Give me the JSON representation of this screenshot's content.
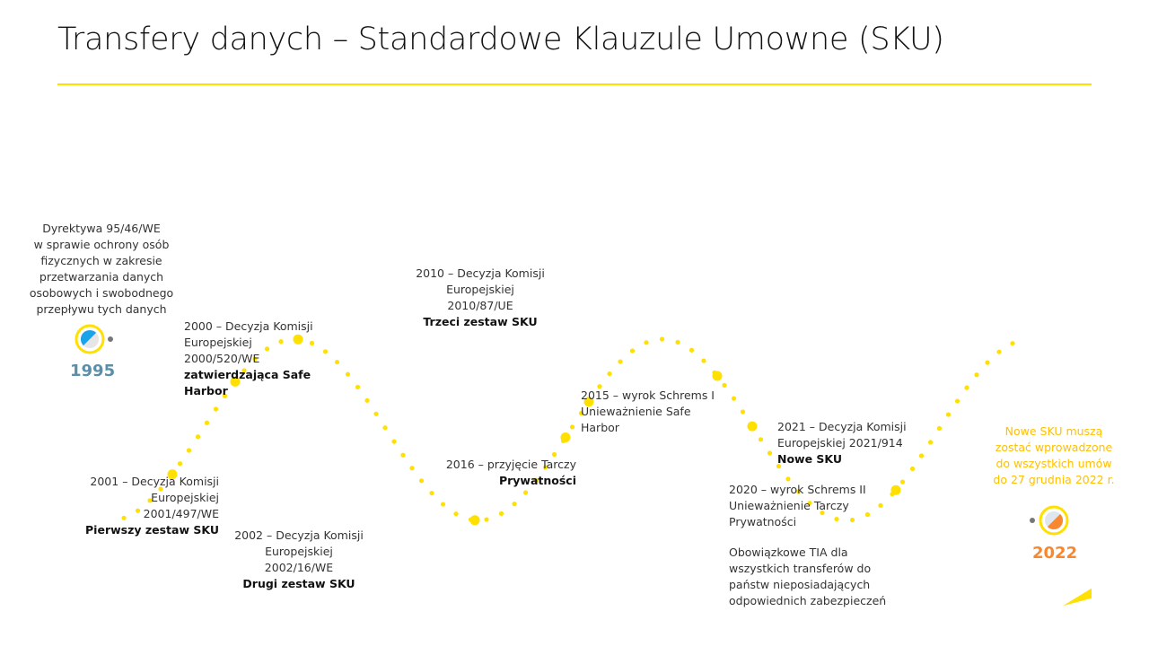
{
  "title": "Transfery danych – Standardowe Klauzule Umowne (SKU)",
  "colors": {
    "accent": "#ffe000",
    "start_year": "#5b8fa8",
    "end_year": "#f7882f",
    "final_note": "#ffc000",
    "start_icon": "#1aa3e8"
  },
  "start_year": "1995",
  "end_year": "2022",
  "events": {
    "e1995": [
      "Dyrektywa 95/46/WE",
      "w sprawie ochrony osób",
      "fizycznych w zakresie",
      "przetwarzania danych",
      "osobowych i swobodnego",
      "przepływu tych danych"
    ],
    "e2000": {
      "lines": [
        "2000 – Decyzja Komisji",
        "Europejskiej",
        "2000/520/WE"
      ],
      "bold": [
        "zatwierdzająca Safe",
        "Harbor"
      ]
    },
    "e2001": {
      "lines": [
        "2001 – Decyzja Komisji",
        "Europejskiej",
        "2001/497/WE"
      ],
      "bold": [
        "Pierwszy zestaw SKU"
      ]
    },
    "e2002": {
      "lines": [
        "2002 – Decyzja Komisji",
        "Europejskiej",
        "2002/16/WE"
      ],
      "bold": [
        "Drugi zestaw SKU"
      ]
    },
    "e2010": {
      "lines": [
        "2010 – Decyzja Komisji",
        "Europejskiej",
        "2010/87/UE"
      ],
      "bold": [
        "Trzeci zestaw SKU"
      ]
    },
    "e2015": [
      "2015 – wyrok Schrems I",
      "Unieważnienie Safe",
      "Harbor"
    ],
    "e2016": {
      "lines": [
        "2016 – przyjęcie Tarczy"
      ],
      "bold": [
        "Prywatności"
      ]
    },
    "e2020": [
      "2020 – wyrok Schrems II",
      "Unieważnienie Tarczy",
      "Prywatności"
    ],
    "tia": [
      "Obowiązkowe TIA dla",
      "wszystkich transferów do",
      "państw nieposiadających",
      "odpowiednich zabezpieczeń"
    ],
    "e2021": {
      "lines": [
        "2021 – Decyzja Komisji",
        "Europejskiej 2021/914"
      ],
      "bold": [
        "Nowe SKU"
      ]
    }
  },
  "final_note": [
    "Nowe SKU muszą",
    "zostać wprowadzone",
    "do wszystkich umów",
    "do 27 grudnia 2022 r."
  ]
}
